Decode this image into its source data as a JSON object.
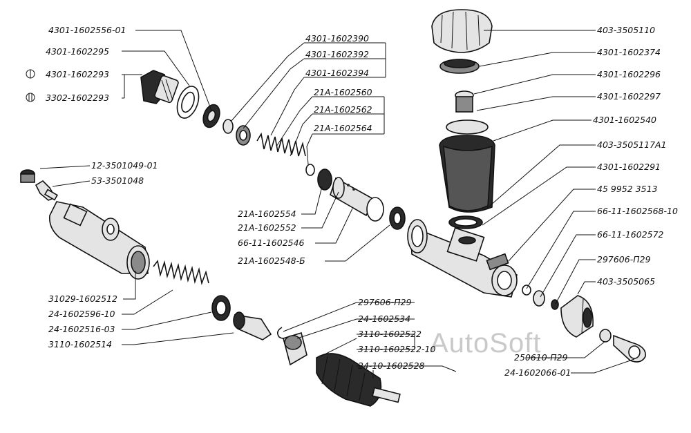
{
  "watermark": "AutoSoft",
  "markers": [
    "I",
    "II"
  ],
  "labels": {
    "l01": "4301-1602556-01",
    "l02": "4301-1602295",
    "l03": "4301-1602293",
    "l04": "3302-1602293",
    "l05": "4301-1602390",
    "l06": "4301-1602392",
    "l07": "4301-1602394",
    "l08": "21A-1602560",
    "l09": "21A-1602562",
    "l10": "21A-1602564",
    "l11": "12-3501049-01",
    "l12": "53-3501048",
    "l13": "21A-1602554",
    "l14": "21A-1602552",
    "l15": "66-11-1602546",
    "l16": "21A-1602548-Б",
    "l17": "31029-1602512",
    "l18": "24-1602596-10",
    "l19": "24-1602516-03",
    "l20": "3110-1602514",
    "l21": "297606-П29",
    "l22": "24-1602534",
    "l23": "3110-1602522",
    "l24": "3110-1602522-10",
    "l25": "24-10-1602528",
    "r01": "403-3505110",
    "r02": "4301-1602374",
    "r03": "4301-1602296",
    "r04": "4301-1602297",
    "r05": "4301-1602540",
    "r06": "403-3505117A1",
    "r07": "4301-1602291",
    "r08": "45 9952 3513",
    "r09": "66-11-1602568-10",
    "r10": "66-11-1602572",
    "r11": "297606-П29",
    "r12": "403-3505065",
    "r13": "250610-П29",
    "r14": "24-1602066-01"
  }
}
